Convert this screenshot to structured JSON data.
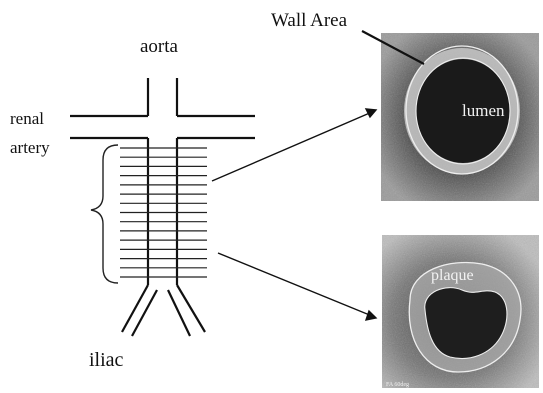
{
  "labels": {
    "aorta": "aorta",
    "renal": "renal",
    "artery": "artery",
    "iliac": "iliac",
    "wall_area": "Wall Area",
    "lumen": "lumen",
    "plaque": "plaque",
    "caption_small": "FA 60deg"
  },
  "colors": {
    "ink": "#111111",
    "mri_dark": "#1c1c1c",
    "mri_mid": "#6e6e6e",
    "mri_light": "#b8b8b8",
    "contour": "#e8e8e8"
  }
}
